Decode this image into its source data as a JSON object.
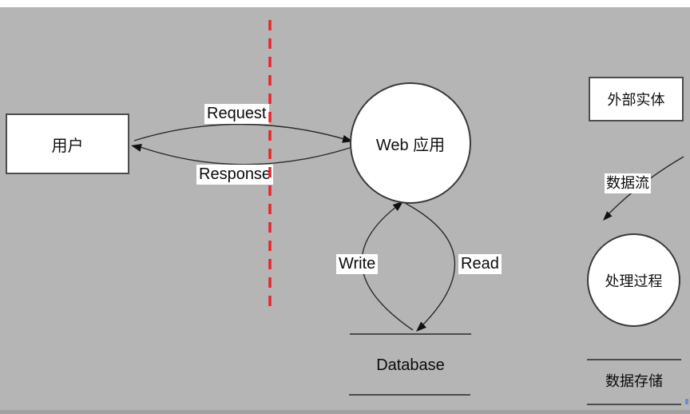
{
  "diagram": {
    "nodes": {
      "user": {
        "label": "用户",
        "type": "external-entity"
      },
      "web_app": {
        "label": "Web 应用",
        "type": "process"
      },
      "database": {
        "label": "Database",
        "type": "data-store"
      }
    },
    "flows": {
      "request": {
        "label": "Request",
        "from": "user",
        "to": "web_app"
      },
      "response": {
        "label": "Response",
        "from": "web_app",
        "to": "user"
      },
      "write": {
        "label": "Write"
      },
      "read": {
        "label": "Read"
      }
    },
    "trust_boundary": {
      "style": "dashed",
      "color": "#e8252a",
      "orientation": "vertical"
    }
  },
  "legend": {
    "external_entity": "外部实体",
    "data_flow": "数据流",
    "process": "处理过程",
    "data_store": "数据存储"
  },
  "colors": {
    "canvas_gray": "#b5b5b5",
    "bottom_strip_gray": "#a2a2a2",
    "node_fill": "#ffffff",
    "stroke_dark": "#2a2a2a",
    "trust_boundary_red": "#e8252a"
  }
}
